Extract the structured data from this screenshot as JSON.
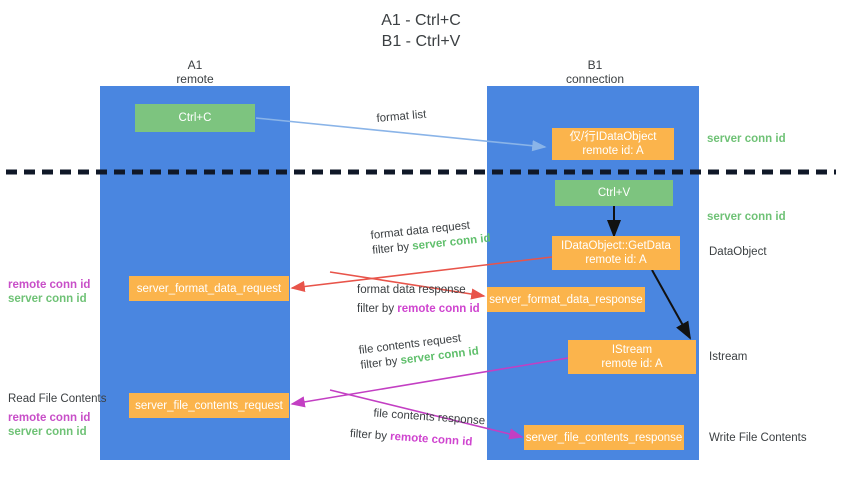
{
  "diagram": {
    "title_line1": "A1 - Ctrl+C",
    "title_line2": "B1 - Ctrl+V",
    "lanes": [
      {
        "name": "A1",
        "sub": "remote"
      },
      {
        "name": "B1",
        "sub": "connection"
      }
    ],
    "boxes": {
      "ctrl_c": "Ctrl+C",
      "ctrl_v": "Ctrl+V",
      "idataobject_title": "仅/行IDataObject",
      "idataobject_sub": "remote id: A",
      "getdata_title": "IDataObject::GetData",
      "getdata_sub": "remote id: A",
      "istream_title": "IStream",
      "istream_sub": "remote id: A",
      "server_format_data_request": "server_format_data_request",
      "server_format_data_response": "server_format_data_response",
      "server_file_contents_request": "server_file_contents_request",
      "server_file_contents_response": "server_file_contents_response"
    },
    "edge_labels": {
      "format_list": "format list",
      "format_data_request": "format data request",
      "format_data_request_filter_prefix": "filter by ",
      "format_data_request_filter_token": "server conn id",
      "format_data_response": "format data response",
      "format_data_response_filter_prefix": "filter by ",
      "format_data_response_filter_token": "remote conn id",
      "file_contents_request": "file contents request",
      "file_contents_request_filter_prefix": "filter by ",
      "file_contents_request_filter_token": "server conn id",
      "file_contents_response": "file contents response",
      "file_contents_response_filter_prefix": "filter by ",
      "file_contents_response_filter_token": "remote conn id"
    },
    "right_annotations": {
      "server_conn_id_top": "server conn id",
      "server_conn_id_mid": "server conn id",
      "dataobject": "DataObject",
      "istream": "Istream",
      "write_file_contents": "Write File Contents"
    },
    "left_annotations": {
      "remote_conn_id_mid": "remote conn id",
      "server_conn_id_mid": "server conn id",
      "read_file_contents": "Read File Contents",
      "remote_conn_id_bottom": "remote conn id",
      "server_conn_id_bottom": "server conn id"
    },
    "colors": {
      "lane_blue": "#4a86e0",
      "box_green": "#7dc47f",
      "box_orange": "#fbb44c",
      "arrow_light_blue": "#8ab4e8",
      "arrow_red": "#e8544a",
      "arrow_magenta": "#c33fc3",
      "arrow_black": "#000000",
      "token_green": "#6fc276",
      "token_magenta": "#c84fc8",
      "text_dark": "#3c4043",
      "background": "#ffffff"
    }
  }
}
